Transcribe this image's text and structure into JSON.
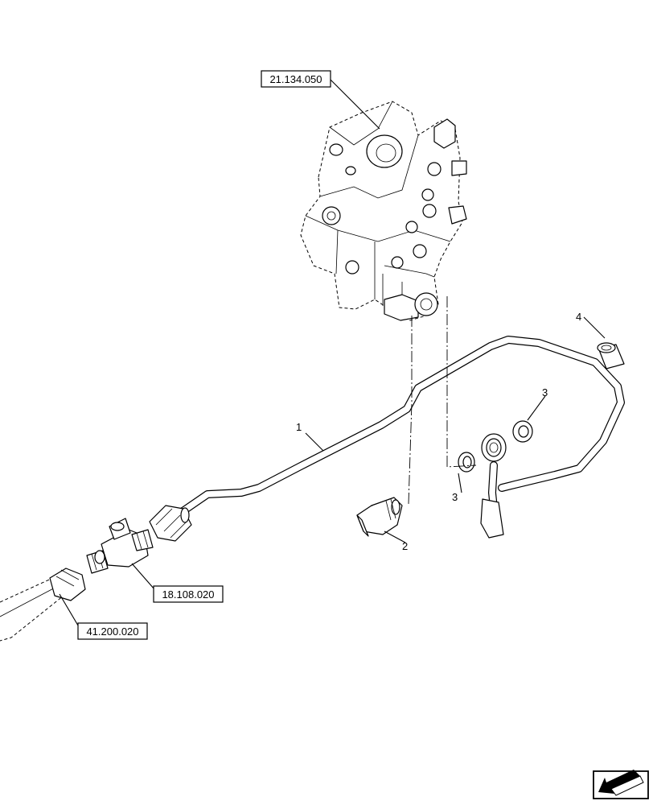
{
  "references": {
    "valve": "21.134.050",
    "tee": "18.108.020",
    "hose": "41.200.020"
  },
  "callouts": {
    "pipe": "1",
    "banjo_bolt": "2",
    "washer_left": "3",
    "washer_right": "3",
    "sleeve": "4"
  },
  "icons": {
    "nav": "navigation-arrow-icon"
  }
}
